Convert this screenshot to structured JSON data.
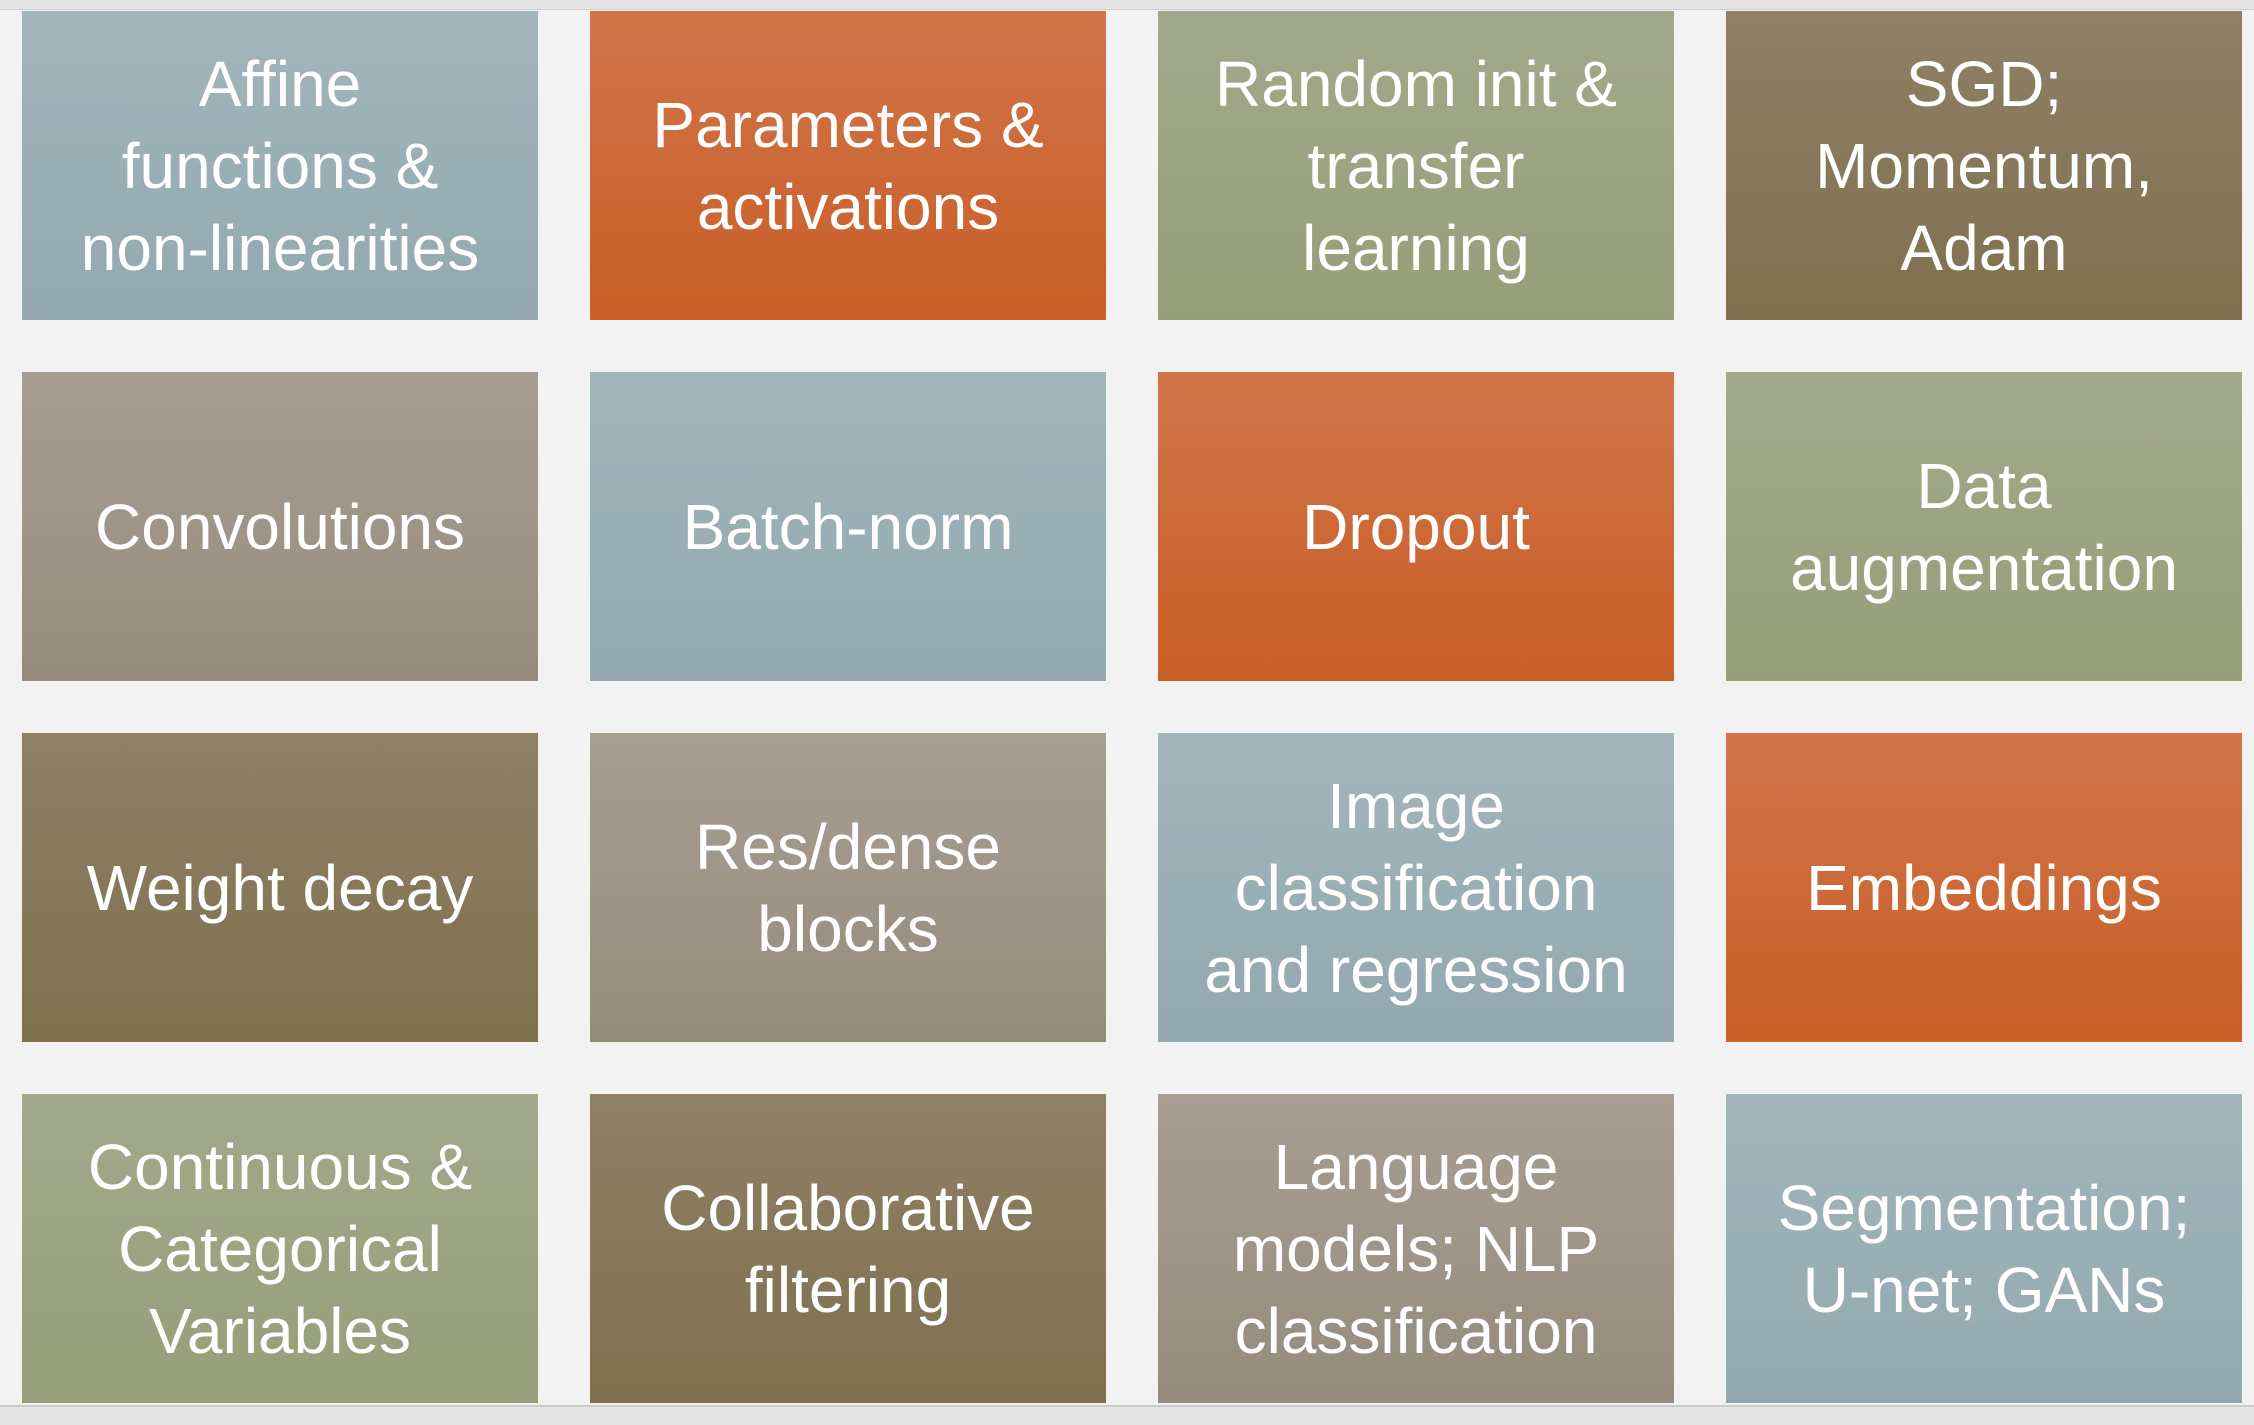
{
  "tiles": [
    {
      "label": "Affine\nfunctions &\nnon-linearities",
      "color": "blue"
    },
    {
      "label": "Parameters &\nactivations",
      "color": "orange"
    },
    {
      "label": "Random init &\ntransfer\nlearning",
      "color": "green"
    },
    {
      "label": "SGD;\nMomentum,\nAdam",
      "color": "brown"
    },
    {
      "label": "Convolutions",
      "color": "taupe"
    },
    {
      "label": "Batch-norm",
      "color": "blue"
    },
    {
      "label": "Dropout",
      "color": "orange"
    },
    {
      "label": "Data\naugmentation",
      "color": "green"
    },
    {
      "label": "Weight decay",
      "color": "brown"
    },
    {
      "label": "Res/dense\nblocks",
      "color": "taupe"
    },
    {
      "label": "Image\nclassification\nand regression",
      "color": "blue"
    },
    {
      "label": "Embeddings",
      "color": "orange"
    },
    {
      "label": "Continuous &\nCategorical\nVariables",
      "color": "green"
    },
    {
      "label": "Collaborative\nfiltering",
      "color": "brown"
    },
    {
      "label": "Language\nmodels; NLP\nclassification",
      "color": "taupe"
    },
    {
      "label": "Segmentation;\nU-net; GANs",
      "color": "blue"
    }
  ]
}
